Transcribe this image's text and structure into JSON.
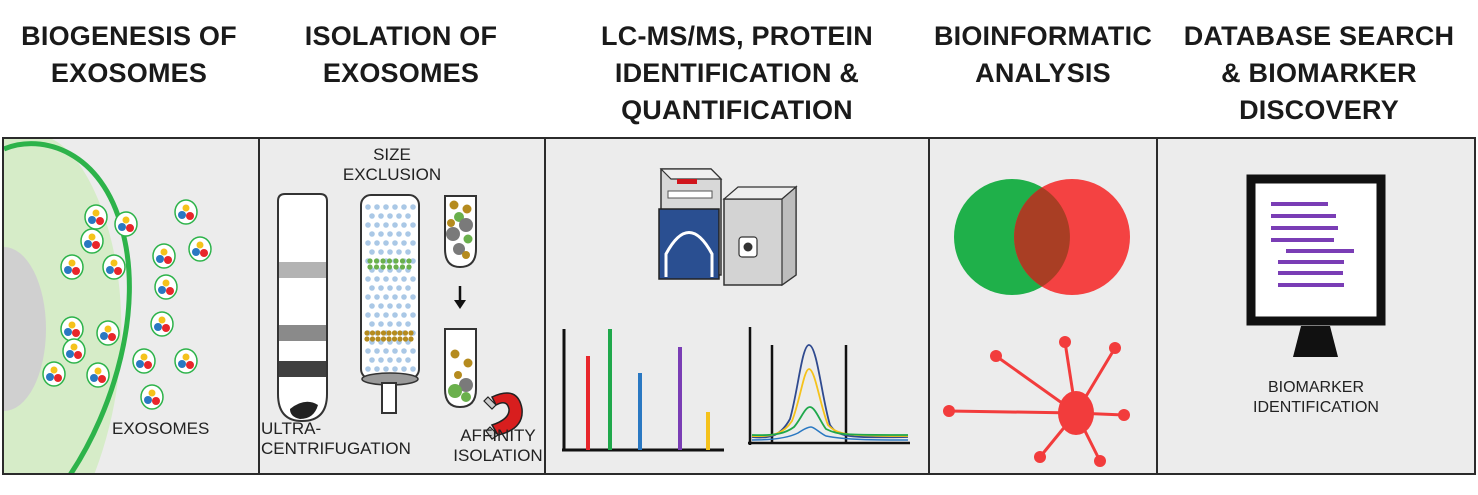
{
  "headers": {
    "biogenesis_line1": "BIOGENESIS OF",
    "biogenesis_line2": "EXOSOMES",
    "isolation_line1": "ISOLATION OF",
    "isolation_line2": "EXOSOMES",
    "lcms_line1": "LC-MS/MS, PROTEIN",
    "lcms_line2": "IDENTIFICATION &",
    "lcms_line3": "QUANTIFICATION",
    "bioinfo_line1": "BIOINFORMATIC",
    "bioinfo_line2": "ANALYSIS",
    "db_line1": "DATABASE SEARCH",
    "db_line2": "& BIOMARKER",
    "db_line3": "DISCOVERY"
  },
  "labels": {
    "exosomes": "EXOSOMES",
    "size_exclusion_line1": "SIZE",
    "size_exclusion_line2": "EXCLUSION",
    "ultra_line1": "ULTRA-",
    "ultra_line2": "CENTRIFUGATION",
    "affinity_line1": "AFFINITY",
    "affinity_line2": "ISOLATION",
    "biomarker_line1": "BIOMARKER",
    "biomarker_line2": "IDENTIFICATION"
  },
  "colors": {
    "cell_membrane": "#2db34a",
    "venn_left": "#1fb04a",
    "venn_right": "#f44242",
    "network": "#f23c3c",
    "monitor_lines": "#7a3db5",
    "bar_red": "#e8262b",
    "bar_green": "#1fa84b",
    "bar_blue": "#2a78c2",
    "bar_purple": "#7a3db5",
    "bar_yellow": "#f5c21b"
  }
}
